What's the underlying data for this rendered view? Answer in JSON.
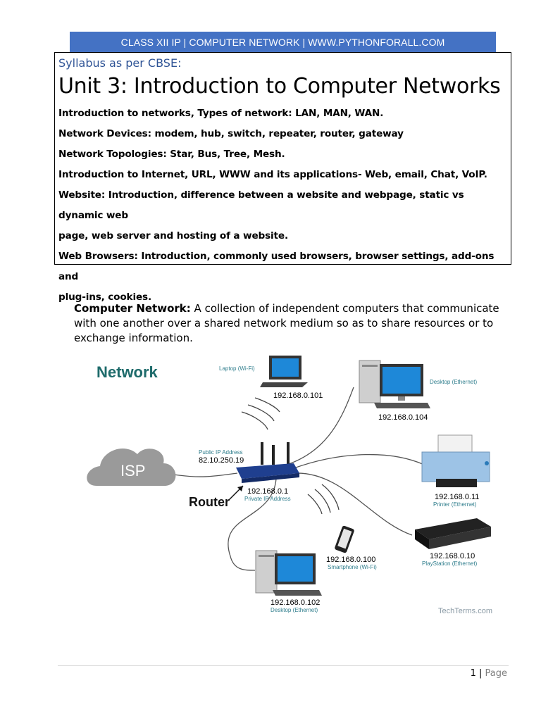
{
  "header": {
    "title": "CLASS XII IP | COMPUTER NETWORK | WWW.PYTHONFORALL.COM"
  },
  "syllabus": {
    "label": "Syllabus as per CBSE:",
    "unit_title": "Unit 3: Introduction to Computer Networks",
    "topics": [
      "Introduction to networks, Types of network: LAN, MAN, WAN.",
      "Network Devices: modem, hub, switch, repeater, router, gateway",
      "Network Topologies: Star, Bus, Tree, Mesh.",
      "Introduction to Internet, URL, WWW and its applications- Web, email, Chat, VoIP.",
      "Website: Introduction, difference between a website and webpage, static vs dynamic web",
      "page, web server and hosting of a website.",
      "Web Browsers: Introduction, commonly used browsers, browser settings, add-ons and",
      "plug-ins, cookies."
    ]
  },
  "definition": {
    "term": "Computer Network:",
    "text": "A collection of independent computers that communicate with one another over a shared network medium so as to share resources or to exchange information."
  },
  "diagram": {
    "title": "Network",
    "isp_label": "ISP",
    "router_label": "Router",
    "public_ip_caption": "Public IP Address",
    "public_ip": "82.10.250.19",
    "router_ip": "192.168.0.1",
    "router_ip_caption": "Private IP Address",
    "laptop_caption": "Laptop (Wi-Fi)",
    "laptop_ip": "192.168.0.101",
    "desktop1_caption": "Desktop (Ethernet)",
    "desktop1_ip": "192.168.0.104",
    "printer_ip": "192.168.0.11",
    "printer_caption": "Printer (Ethernet)",
    "playstation_ip": "192.168.0.10",
    "playstation_caption": "PlayStation (Ethernet)",
    "smartphone_ip": "192.168.0.100",
    "smartphone_caption": "Smartphone (Wi-Fi)",
    "desktop2_ip": "192.168.0.102",
    "desktop2_caption": "Desktop (Ethernet)",
    "credit": "TechTerms.com",
    "colors": {
      "title": "#1e6b6b",
      "caption": "#2e7d8c",
      "cloud": "#9a9a9a",
      "screen": "#1e88d8",
      "router": "#1f3f8f"
    }
  },
  "footer": {
    "page_number": "1",
    "separator": "|",
    "page_label": "Page"
  }
}
